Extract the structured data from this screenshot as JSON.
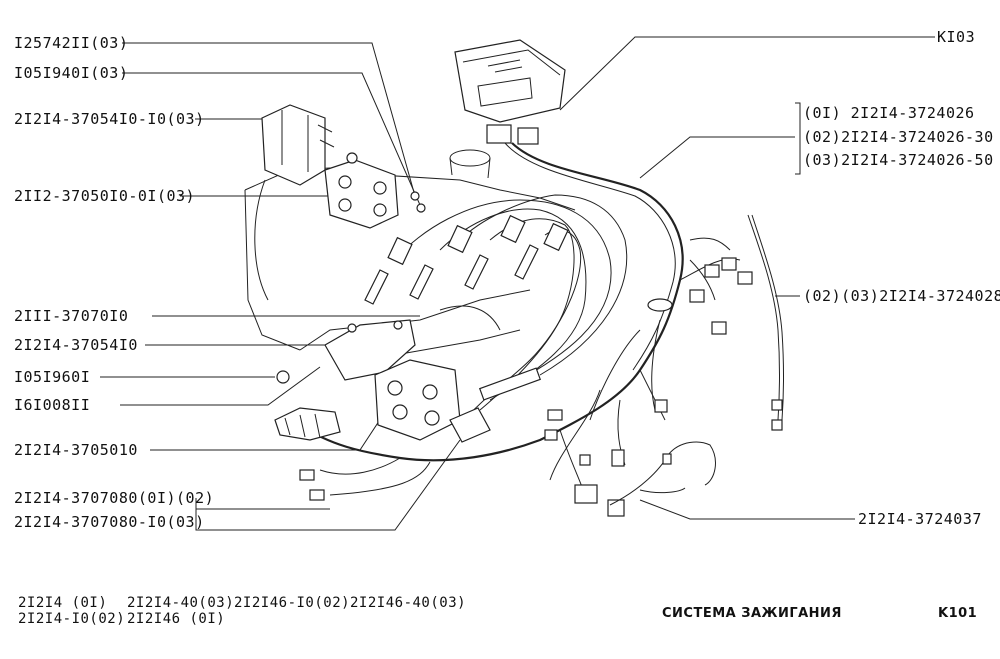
{
  "labels": {
    "l1": "I25742II(03)",
    "l2": "I05I940I(03)",
    "l3": "2I2I4-37054I0-I0(03)",
    "l4": "2II2-37050I0-0I(03)",
    "l5": "2III-37070I0",
    "l6": "2I2I4-37054I0",
    "l7": "I05I960I",
    "l8": "I6I008II",
    "l9": "2I2I4-3705010",
    "l10a": "2I2I4-3707080(0I)(02)",
    "l10b": "2I2I4-3707080-I0(03)",
    "r1": "KI03",
    "r2a": "(0I)   2I2I4-3724026",
    "r2b": "(02)2I2I4-3724026-30",
    "r2c": "(03)2I2I4-3724026-50",
    "r3": "(02)(03)2I2I4-3724028",
    "r4": "2I2I4-3724037"
  },
  "footer": {
    "m1": "2I2I4   (0I)",
    "m2": "2I2I4-40(03)",
    "m3": "2I2I46-I0(02)",
    "m4": "2I2I46-40(03)",
    "m5": "2I2I4-I0(02)",
    "m6": "2I2I46   (0I)",
    "title": "СИСТЕМА ЗАЖИГАНИЯ",
    "page": "K101"
  }
}
